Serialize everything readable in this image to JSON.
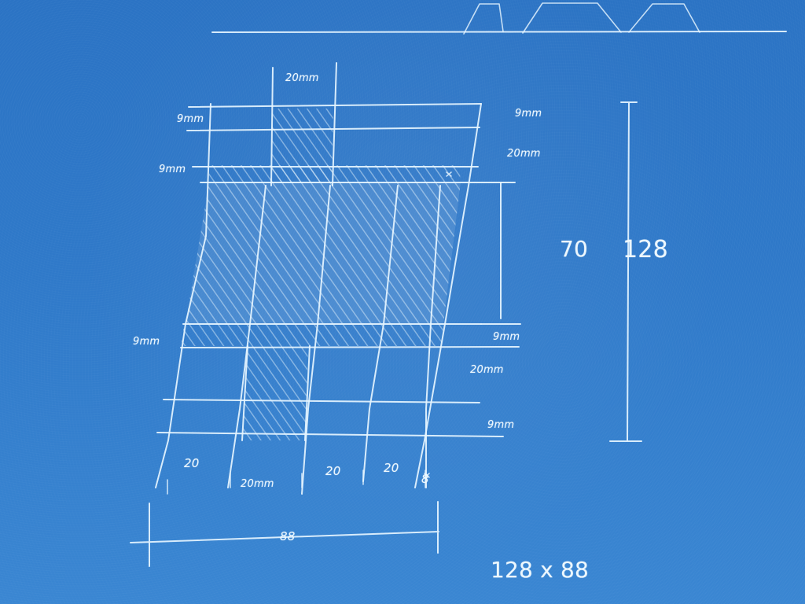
{
  "diagram": {
    "labels": {
      "top_width": "20mm",
      "left_9mm_a": "9mm",
      "left_9mm_b": "9mm",
      "left_9mm_c": "9mm",
      "right_9mm_a": "9mm",
      "right_20mm_a": "20mm",
      "right_9mm_b": "9mm",
      "right_20mm_b": "20mm",
      "right_9mm_c": "9mm",
      "mid_70": "70",
      "total_128": "128",
      "bottom_20_a": "20",
      "bottom_20mm": "20mm",
      "bottom_20_b": "20",
      "bottom_20_c": "20",
      "bottom_8": "8",
      "total_width": "88",
      "size_note": "128 x 88"
    }
  }
}
